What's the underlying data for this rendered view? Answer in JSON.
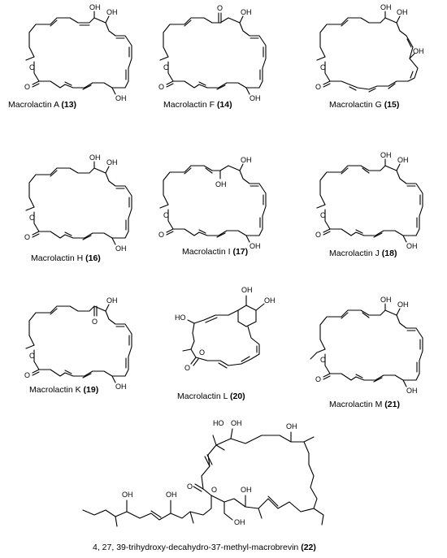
{
  "compounds": [
    {
      "id": "13",
      "name": "Macrolactin A",
      "label": "(13)"
    },
    {
      "id": "14",
      "name": "Macrolactin F",
      "label": "(14)"
    },
    {
      "id": "15",
      "name": "Macrolactin G",
      "label": "(15)"
    },
    {
      "id": "16",
      "name": "Macrolactin H",
      "label": "(16)"
    },
    {
      "id": "17",
      "name": "Macrolactin I",
      "label": "(17)"
    },
    {
      "id": "18",
      "name": "Macrolactin J",
      "label": "(18)"
    },
    {
      "id": "19",
      "name": "Macrolactin K",
      "label": "(19)"
    },
    {
      "id": "20",
      "name": "Macrolactin L",
      "label": "(20)"
    },
    {
      "id": "21",
      "name": "Macrolactin M",
      "label": "(21)"
    },
    {
      "id": "22",
      "name": "4, 27, 39-trihydroxy-decahydro-37-methyl-macrobrevin",
      "label": "(22)"
    }
  ],
  "atoms": {
    "hydroxyl": "OH",
    "hydroxyl_left": "HO",
    "oxygen": "O"
  }
}
